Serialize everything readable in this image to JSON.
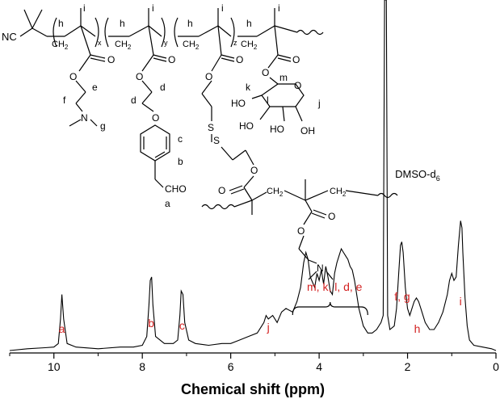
{
  "chart_data": {
    "type": "line",
    "xlabel": "Chemical shift (ppm)",
    "xlim": [
      11,
      0
    ],
    "x_reversed": true,
    "x_ticks": [
      10,
      8,
      6,
      4,
      2,
      0
    ],
    "x_tick_labels": [
      "10",
      "8",
      "6",
      "4",
      "2",
      "0"
    ],
    "ylabel": "",
    "y_axis_shown": false,
    "series": [
      {
        "points": [
          [
            11.0,
            0.0
          ],
          [
            10.6,
            0.005
          ],
          [
            10.2,
            0.008
          ],
          [
            10.0,
            0.01
          ],
          [
            9.9,
            0.02
          ],
          [
            9.85,
            0.09
          ],
          [
            9.82,
            0.16
          ],
          [
            9.78,
            0.09
          ],
          [
            9.7,
            0.02
          ],
          [
            9.5,
            0.01
          ],
          [
            9.0,
            0.005
          ],
          [
            8.5,
            0.01
          ],
          [
            8.2,
            0.01
          ],
          [
            8.0,
            0.015
          ],
          [
            7.9,
            0.04
          ],
          [
            7.85,
            0.13
          ],
          [
            7.82,
            0.2
          ],
          [
            7.79,
            0.21
          ],
          [
            7.76,
            0.13
          ],
          [
            7.7,
            0.04
          ],
          [
            7.5,
            0.02
          ],
          [
            7.3,
            0.02
          ],
          [
            7.2,
            0.03
          ],
          [
            7.15,
            0.1
          ],
          [
            7.12,
            0.17
          ],
          [
            7.08,
            0.16
          ],
          [
            7.04,
            0.08
          ],
          [
            6.95,
            0.03
          ],
          [
            6.8,
            0.02
          ],
          [
            6.5,
            0.015
          ],
          [
            6.2,
            0.02
          ],
          [
            6.0,
            0.02
          ],
          [
            5.8,
            0.03
          ],
          [
            5.6,
            0.04
          ],
          [
            5.4,
            0.05
          ],
          [
            5.25,
            0.08
          ],
          [
            5.2,
            0.1
          ],
          [
            5.15,
            0.09
          ],
          [
            5.05,
            0.1
          ],
          [
            4.95,
            0.08
          ],
          [
            4.85,
            0.11
          ],
          [
            4.75,
            0.12
          ],
          [
            4.6,
            0.11
          ],
          [
            4.5,
            0.14
          ],
          [
            4.42,
            0.18
          ],
          [
            4.35,
            0.25
          ],
          [
            4.3,
            0.28
          ],
          [
            4.25,
            0.26
          ],
          [
            4.2,
            0.21
          ],
          [
            4.1,
            0.18
          ],
          [
            4.05,
            0.22
          ],
          [
            4.0,
            0.2
          ],
          [
            3.95,
            0.23
          ],
          [
            3.9,
            0.19
          ],
          [
            3.85,
            0.24
          ],
          [
            3.8,
            0.21
          ],
          [
            3.75,
            0.17
          ],
          [
            3.7,
            0.16
          ],
          [
            3.65,
            0.22
          ],
          [
            3.6,
            0.25
          ],
          [
            3.55,
            0.27
          ],
          [
            3.5,
            0.29
          ],
          [
            3.45,
            0.28
          ],
          [
            3.4,
            0.27
          ],
          [
            3.35,
            0.26
          ],
          [
            3.3,
            0.24
          ],
          [
            3.25,
            0.23
          ],
          [
            3.2,
            0.2
          ],
          [
            3.1,
            0.12
          ],
          [
            3.0,
            0.07
          ],
          [
            2.9,
            0.05
          ],
          [
            2.8,
            0.05
          ],
          [
            2.7,
            0.06
          ],
          [
            2.6,
            0.08
          ],
          [
            2.55,
            0.1
          ],
          [
            2.52,
            1.0
          ],
          [
            2.48,
            1.0
          ],
          [
            2.45,
            0.1
          ],
          [
            2.4,
            0.06
          ],
          [
            2.3,
            0.07
          ],
          [
            2.25,
            0.12
          ],
          [
            2.2,
            0.22
          ],
          [
            2.16,
            0.3
          ],
          [
            2.13,
            0.31
          ],
          [
            2.1,
            0.28
          ],
          [
            2.05,
            0.18
          ],
          [
            2.0,
            0.12
          ],
          [
            1.95,
            0.1
          ],
          [
            1.9,
            0.12
          ],
          [
            1.85,
            0.14
          ],
          [
            1.8,
            0.15
          ],
          [
            1.75,
            0.14
          ],
          [
            1.7,
            0.12
          ],
          [
            1.6,
            0.08
          ],
          [
            1.5,
            0.06
          ],
          [
            1.4,
            0.06
          ],
          [
            1.3,
            0.08
          ],
          [
            1.2,
            0.11
          ],
          [
            1.1,
            0.16
          ],
          [
            1.05,
            0.2
          ],
          [
            1.0,
            0.22
          ],
          [
            0.95,
            0.2
          ],
          [
            0.9,
            0.21
          ],
          [
            0.85,
            0.3
          ],
          [
            0.8,
            0.37
          ],
          [
            0.77,
            0.35
          ],
          [
            0.75,
            0.28
          ],
          [
            0.7,
            0.15
          ],
          [
            0.65,
            0.07
          ],
          [
            0.6,
            0.03
          ],
          [
            0.5,
            0.015
          ],
          [
            0.3,
            0.01
          ],
          [
            0.1,
            0.005
          ],
          [
            0.0,
            0.0
          ]
        ]
      }
    ],
    "annotations": [
      {
        "text": "a",
        "x": 9.82
      },
      {
        "text": "b",
        "x": 7.8
      },
      {
        "text": "c",
        "x": 7.1
      },
      {
        "text": "j",
        "x": 5.15
      },
      {
        "text": "m, k, l, d, e",
        "x": 3.65
      },
      {
        "text": "f, g",
        "x": 2.12
      },
      {
        "text": "h",
        "x": 1.78
      },
      {
        "text": "i",
        "x": 0.8
      },
      {
        "text": "DMSO-d",
        "subscript": "6",
        "x": 2.5
      }
    ],
    "bracket": {
      "x_from": 4.6,
      "x_to": 2.9
    }
  },
  "structure_labels": {
    "end_group": "NC",
    "repeat_subscripts": [
      "x",
      "y",
      "z"
    ],
    "proton_labels_top": [
      "h",
      "i",
      "h",
      "i",
      "h",
      "i",
      "h",
      "i"
    ],
    "ch2": "CH2",
    "carbonyl_O": "O",
    "ester_O": "O",
    "amine_N": "N",
    "pendant_labels": [
      "e",
      "f",
      "g",
      "d",
      "d",
      "c",
      "b",
      "a"
    ],
    "aldehyde": "CHO",
    "sulfur": "S",
    "sugar_labels": [
      "m",
      "k",
      "l",
      "j"
    ],
    "hydroxyl": "HO",
    "hydroxyl_right": "OH"
  },
  "colors": {
    "peak_labels": "#d32222",
    "text": "#000000",
    "line": "#000000"
  }
}
